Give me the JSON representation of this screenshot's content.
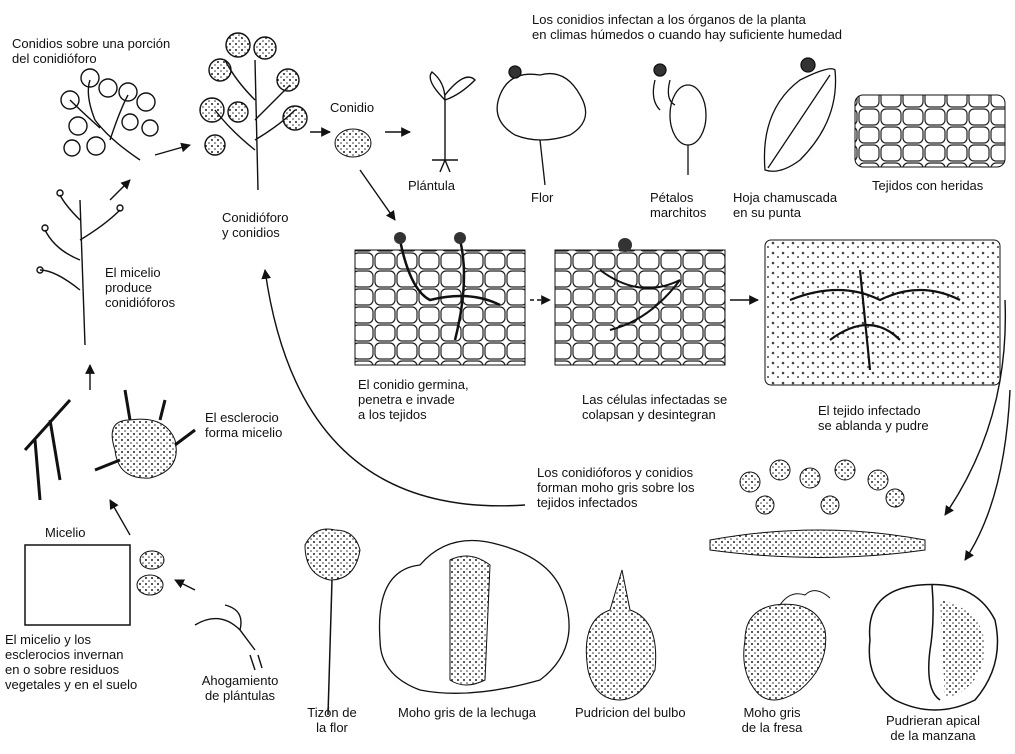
{
  "labels": {
    "conidia_on_conidiophore": "Conidios sobre una porción\ndel conidióforo",
    "infect_heading": "Los conidios infectan a los órganos de la planta\nen climas húmedos o cuando hay suficiente humedad",
    "conidio": "Conidio",
    "plantula": "Plántula",
    "flor": "Flor",
    "petalos": "Pétalos\nmarchitos",
    "hoja": "Hoja chamuscada\nen su punta",
    "tejidos_heridas": "Tejidos con heridas",
    "conidioforo_conidios": "Conidióforo\ny conidios",
    "micelio_produce": "El micelio\nproduce\nconidióforos",
    "germina": "El conidio germina,\npenetra e invade\na los tejidos",
    "colapsan": "Las células infectadas se\ncolapsan y desintegran",
    "ablanda": "El tejido infectado\nse ablanda y pudre",
    "esclerocio": "El esclerocio\nforma micelio",
    "moho_gris_forman": "Los conidióforos y conidios\nforman moho gris sobre los\ntejidos infectados",
    "micelio": "Micelio",
    "invernan": "El micelio y los\nesclerocios invernan\nen o sobre residuos\nvegetales y en el suelo",
    "ahogamiento": "Ahogamiento\nde plántulas",
    "tizon": "Tizón de\nla flor",
    "lechuga": "Moho gris de la lechuga",
    "bulbo": "Pudricion del bulbo",
    "fresa": "Moho gris\nde la fresa",
    "manzana": "Pudrieran apical\nde la manzana"
  }
}
